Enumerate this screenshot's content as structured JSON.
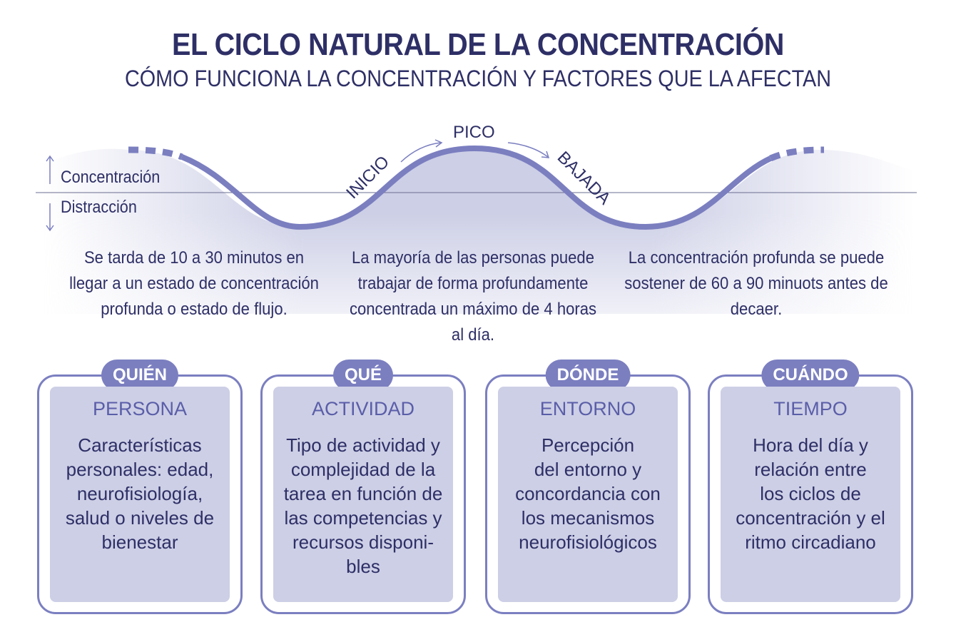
{
  "title": "EL CICLO NATURAL DE LA CONCENTRACIÓN",
  "subtitle": "CÓMO FUNCIONA LA CONCENTRACIÓN Y FACTORES QUE LA AFECTAN",
  "axis": {
    "up": "Concentración",
    "down": "Distracción"
  },
  "phases": {
    "start": "INICIO",
    "peak": "PICO",
    "decline": "BAJADA"
  },
  "descriptions": [
    "Se tarda de 10 a 30 minutos en llegar a un estado de concentración profunda o estado de flujo.",
    "La mayoría de las personas puede trabajar de forma profundamente concentrada un máximo de 4 horas al día.",
    "La concentración profunda se puede sostener de 60 a 90 minuots antes de decaer."
  ],
  "cards": [
    {
      "badge": "QUIÉN",
      "heading": "PERSONA",
      "body": "Características\npersonales: edad,\nneurofisiología,\nsalud o niveles de\nbienestar"
    },
    {
      "badge": "QUÉ",
      "heading": "ACTIVIDAD",
      "body": "Tipo de actividad y\ncomplejidad de la\ntarea en función de\nlas competencias y\nrecursos disponi-\nbles"
    },
    {
      "badge": "DÓNDE",
      "heading": "ENTORNO",
      "body": "Percepción\ndel entorno y\nconcordancia con\nlos mecanismos\nneurofisiológicos"
    },
    {
      "badge": "CUÁNDO",
      "heading": "TIEMPO",
      "body": "Hora del día y\nrelación entre\nlos ciclos de\nconcentración y el\nritmo circadiano"
    }
  ],
  "colors": {
    "accent": "#7b7fc0",
    "text": "#2e2f66",
    "fill": "#cdcfe6"
  }
}
